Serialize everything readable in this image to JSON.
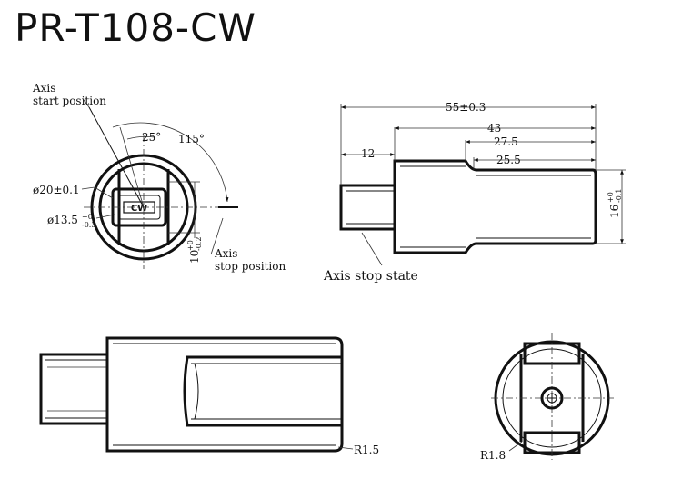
{
  "title": "PR-T108-CW",
  "front_view": {
    "axis_start_line1": "Axis",
    "axis_start_line2": "start position",
    "angle_small": "25°",
    "angle_large": "115°",
    "dia_outer": "ø20±0.1",
    "dia_inner_main": "ø13.5",
    "dia_inner_tol_up": "+0",
    "dia_inner_tol_low": "-0.3",
    "width_main": "10",
    "width_tol_up": "+0",
    "width_tol_low": "-0.2",
    "axis_stop_line1": "Axis",
    "axis_stop_line2": "stop position",
    "logo": "CW"
  },
  "side_view": {
    "dim_total": "55±0.3",
    "dim_43": "43",
    "dim_27_5": "27.5",
    "dim_25_5": "25.5",
    "dim_12": "12",
    "dim_16_main": "16",
    "dim_16_tol_up": "+0",
    "dim_16_tol_low": "-0.1",
    "caption": "Axis stop state"
  },
  "bottom_left": {
    "radius": "R1.5"
  },
  "bottom_right": {
    "radius": "R1.8"
  }
}
